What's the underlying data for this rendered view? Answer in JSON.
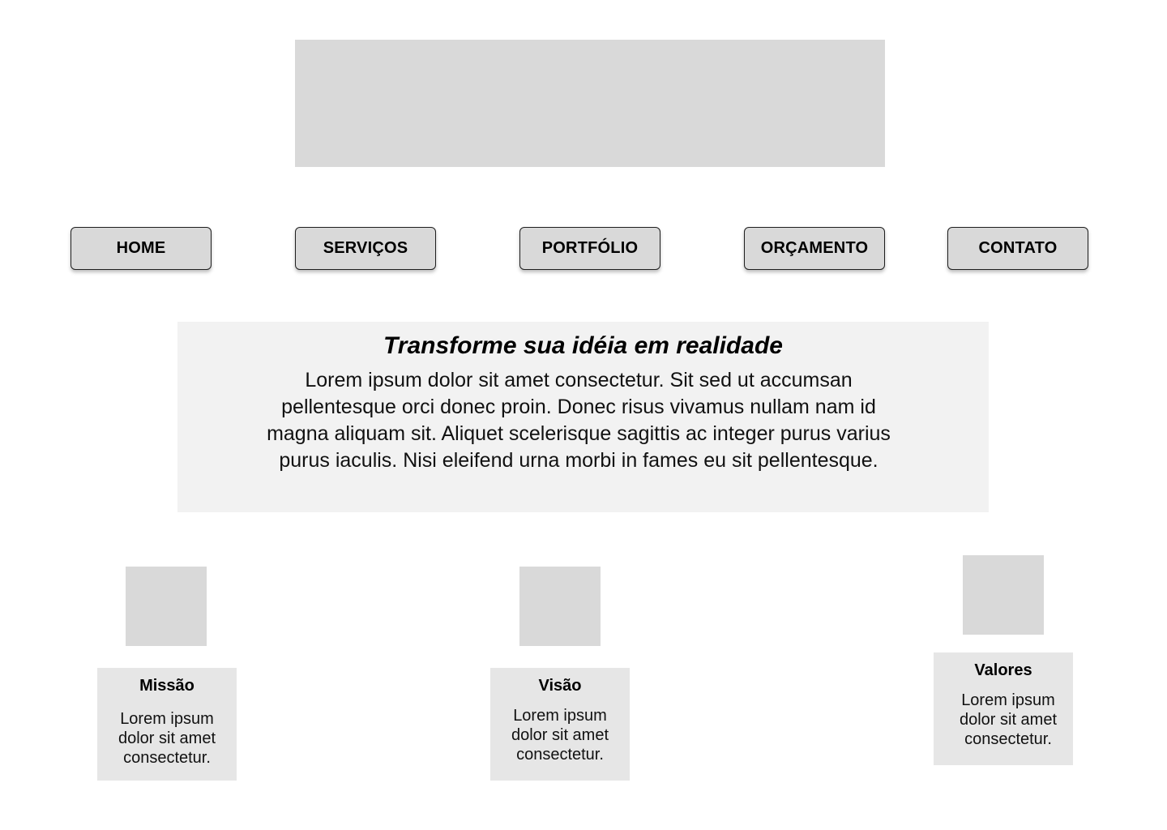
{
  "nav": {
    "items": [
      {
        "label": "HOME"
      },
      {
        "label": "SERVIÇOS"
      },
      {
        "label": "PORTFÓLIO"
      },
      {
        "label": "ORÇAMENTO"
      },
      {
        "label": "CONTATO"
      }
    ]
  },
  "hero": {
    "title": "Transforme sua idéia em realidade",
    "text": "Lorem ipsum dolor sit amet consectetur. Sit sed ut accumsan pellentesque orci donec proin. Donec risus vivamus nullam nam id magna aliquam sit. Aliquet scelerisque sagittis ac integer purus varius purus iaculis. Nisi eleifend urna morbi in fames eu sit pellentesque."
  },
  "features": [
    {
      "title": "Missão",
      "text": "Lorem ipsum dolor sit amet consectetur."
    },
    {
      "title": "Visão",
      "text": "Lorem ipsum dolor sit amet consectetur."
    },
    {
      "title": "Valores",
      "text": "Lorem ipsum dolor sit amet consectetur."
    }
  ],
  "colors": {
    "placeholder": "#d9d9d9",
    "hero_background": "#f2f2f2",
    "card_background": "#e6e6e6",
    "button_border": "#1f1f1f"
  }
}
